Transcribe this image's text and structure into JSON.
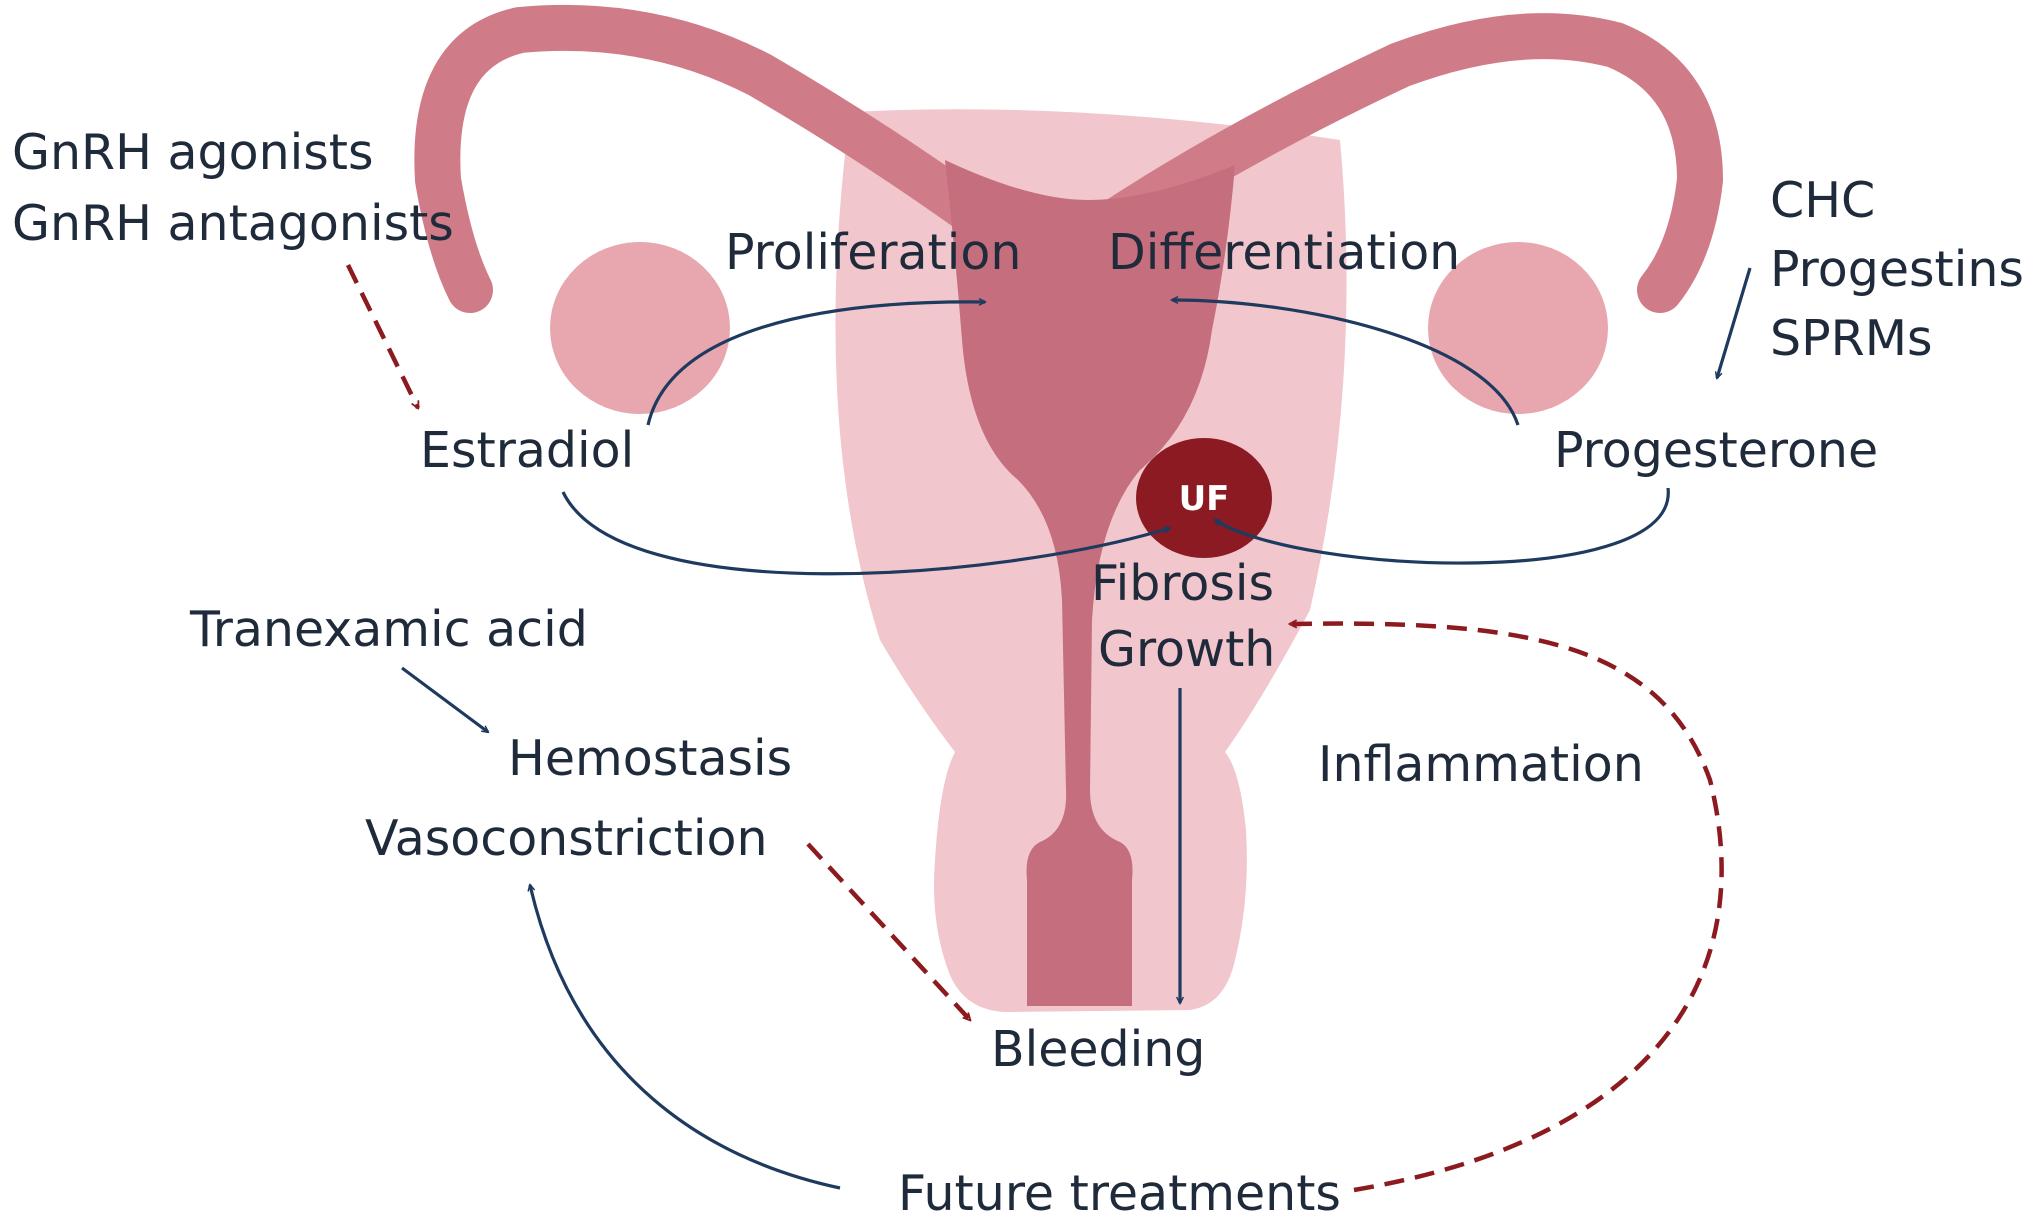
{
  "labels": {
    "gnrh_agonists": "GnRH agonists",
    "gnrh_antagonists": "GnRH antagonists",
    "chc": "CHC",
    "progestins": "Progestins",
    "sprms": "SPRMs",
    "proliferation": "Proliferation",
    "differentiation": "Differentiation",
    "estradiol": "Estradiol",
    "progesterone": "Progesterone",
    "uf": "UF",
    "fibrosis": "Fibrosis",
    "growth": "Growth",
    "tranexamic_acid": "Tranexamic acid",
    "hemostasis": "Hemostasis",
    "vasoconstriction": "Vasoconstriction",
    "inflammation": "Inflammation",
    "bleeding": "Bleeding",
    "future_treatments": "Future treatments"
  },
  "colors": {
    "tube": "#d07c88",
    "ovary": "#e8a6ae",
    "body": "#f1c6cc",
    "cavity": "#c56e7e",
    "fibroid": "#8c1a22",
    "arrow_solid": "#1e3a5f",
    "arrow_dashed": "#8c1a1f"
  }
}
